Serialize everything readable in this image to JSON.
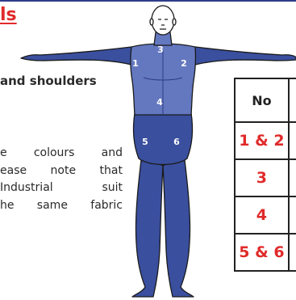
{
  "header": {
    "title_fragment": "ls"
  },
  "section": {
    "subheading": "and shoulders"
  },
  "body": {
    "lines": [
      "e colours and",
      "ease note that",
      "Industrial suit",
      "he same fabric"
    ]
  },
  "figure": {
    "zones": [
      "1",
      "2",
      "3",
      "4",
      "5",
      "6"
    ],
    "colors": {
      "body": "#3a4f9e",
      "upper": "#6478c0",
      "outline": "#1a1a1a"
    }
  },
  "table": {
    "header": "No",
    "rows": [
      "1 & 2",
      "3",
      "4",
      "5 & 6"
    ]
  },
  "colors": {
    "accent": "#e02a2a",
    "rule": "#2e3d8c"
  }
}
